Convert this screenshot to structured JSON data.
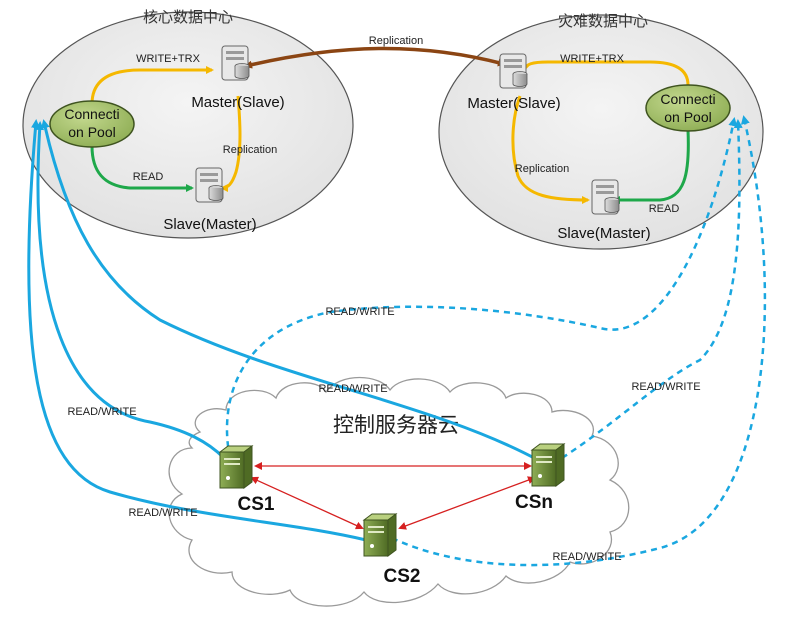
{
  "datacenters": {
    "core": {
      "title": "核心数据中心"
    },
    "dr": {
      "title": "灾难数据中心"
    }
  },
  "nodes": {
    "core_master": "Master(Slave)",
    "core_slave": "Slave(Master)",
    "dr_master": "Master(Slave)",
    "dr_slave": "Slave(Master)"
  },
  "pools": {
    "core": {
      "line1": "Connecti",
      "line2": "on Pool"
    },
    "dr": {
      "line1": "Connecti",
      "line2": "on Pool"
    }
  },
  "cloud": {
    "title": "控制服务器云"
  },
  "servers": {
    "cs1": "CS1",
    "cs2": "CS2",
    "csn": "CSn"
  },
  "labels": {
    "replication_top": "Replication",
    "core_write": "WRITE+TRX",
    "core_replication": "Replication",
    "core_read": "READ",
    "dr_write": "WRITE+TRX",
    "dr_replication": "Replication",
    "dr_read": "READ",
    "rw_dashed_top": "READ/WRITE",
    "rw_solid_csn": "READ/WRITE",
    "rw_cs1": "READ/WRITE",
    "rw_dashed_csn": "READ/WRITE",
    "rw_cs2": "READ/WRITE",
    "rw_dashed_cs2": "READ/WRITE"
  },
  "colors": {
    "replication": "#8B4513",
    "write": "#F5B800",
    "read": "#1EA84A",
    "client": "#1AA7E0",
    "cluster": "#D62020",
    "pool": "#9DBB61"
  }
}
